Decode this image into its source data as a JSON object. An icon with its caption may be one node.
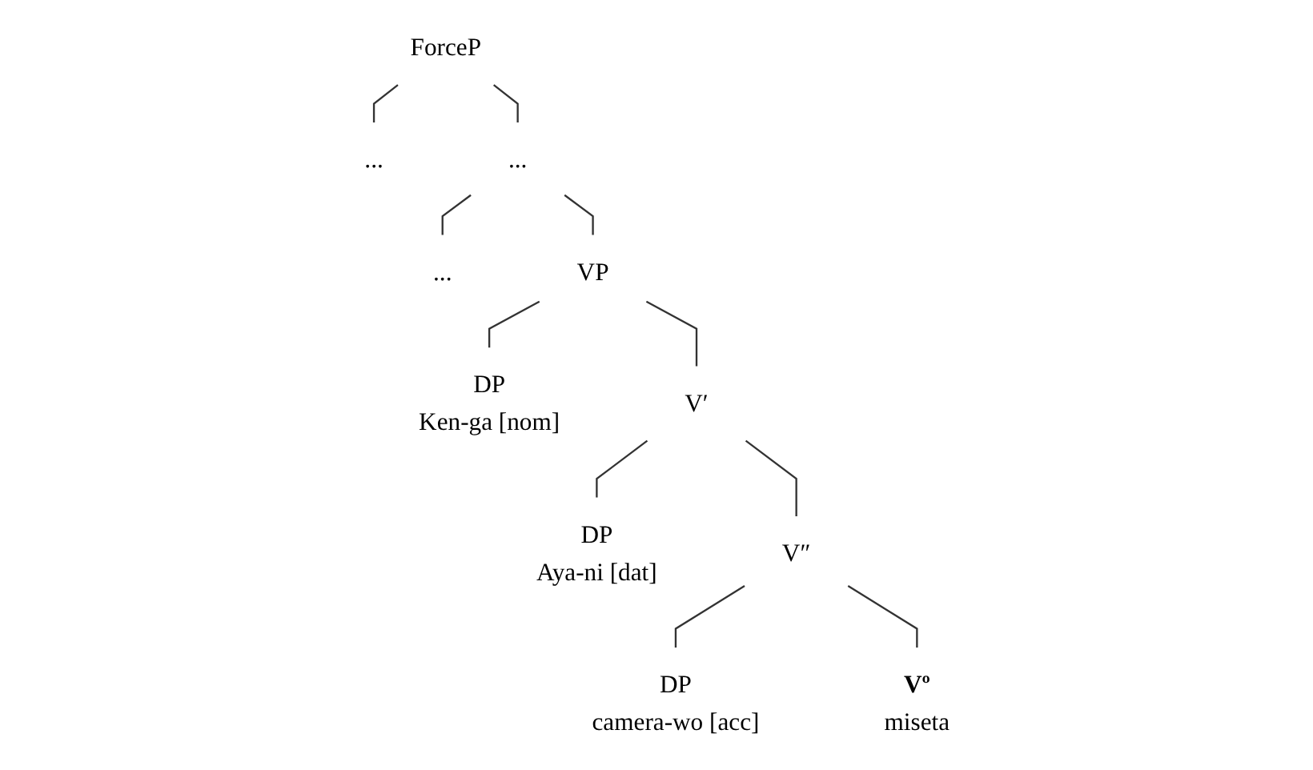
{
  "diagram": {
    "nodes": [
      {
        "text": [
          "ForceP"
        ]
      },
      {
        "text": [
          "..."
        ]
      },
      {
        "text": [
          "..."
        ]
      },
      {
        "text": [
          "..."
        ]
      },
      {
        "text": [
          "VP"
        ]
      },
      {
        "text": [
          "DP",
          "Ken-ga [nom]"
        ]
      },
      {
        "text": [
          "V′"
        ]
      },
      {
        "text": [
          "DP",
          "Aya-ni [dat]"
        ]
      },
      {
        "text": [
          "V″"
        ]
      },
      {
        "text": [
          "DP",
          "camera-wo [acc]"
        ]
      },
      {
        "text": [
          "Vº",
          "miseta"
        ]
      }
    ],
    "edges": [
      {
        "from": 0,
        "to": 1,
        "arrow": "none"
      },
      {
        "from": 0,
        "to": 2,
        "arrow": "none"
      },
      {
        "from": 2,
        "to": 3,
        "arrow": "none"
      },
      {
        "from": 2,
        "to": 4,
        "arrow": "none"
      },
      {
        "from": 4,
        "to": 5,
        "arrow": "none"
      },
      {
        "from": 4,
        "to": 6,
        "arrow": "none"
      },
      {
        "from": 6,
        "to": 7,
        "arrow": "none"
      },
      {
        "from": 6,
        "to": 8,
        "arrow": "none"
      },
      {
        "from": 8,
        "to": 9,
        "arrow": "none"
      },
      {
        "from": 8,
        "to": 10,
        "arrow": "none"
      }
    ]
  }
}
